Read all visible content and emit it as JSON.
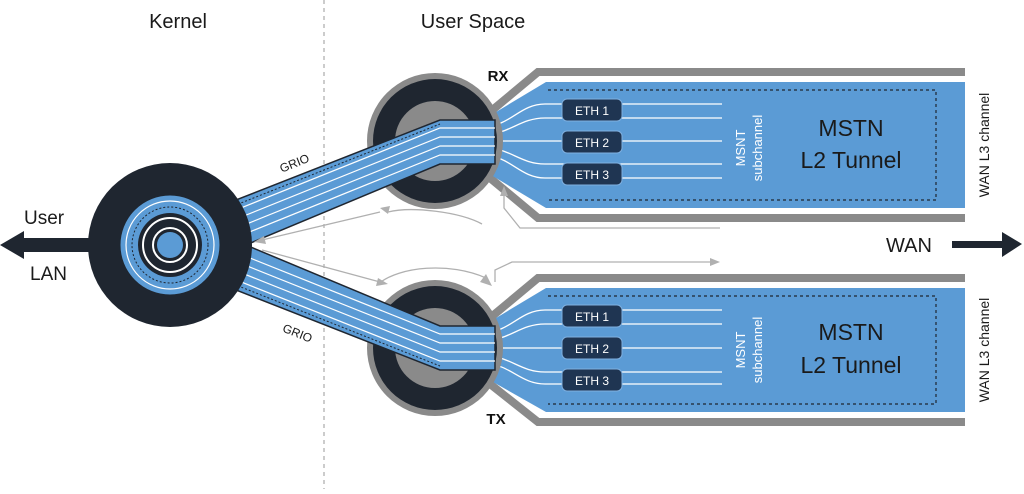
{
  "headers": {
    "kernel": "Kernel",
    "user_space": "User Space"
  },
  "lan": {
    "line1": "User",
    "line2": "LAN"
  },
  "grio_label": "GRIO",
  "rx_label": "RX",
  "tx_label": "TX",
  "eth_labels": [
    "ETH 1",
    "ETH 2",
    "ETH 3"
  ],
  "subchannel": {
    "line1": "MSNT",
    "line2": "subchannel"
  },
  "tunnel": {
    "line1": "MSTN",
    "line2": "L2 Tunnel"
  },
  "wan_l3_label": "WAN L3 channel",
  "wan_label": "WAN",
  "colors": {
    "blue": "#5b9bd5",
    "dark": "#1f2630",
    "gray": "#8a8a8a",
    "pill": "#1f3552"
  }
}
